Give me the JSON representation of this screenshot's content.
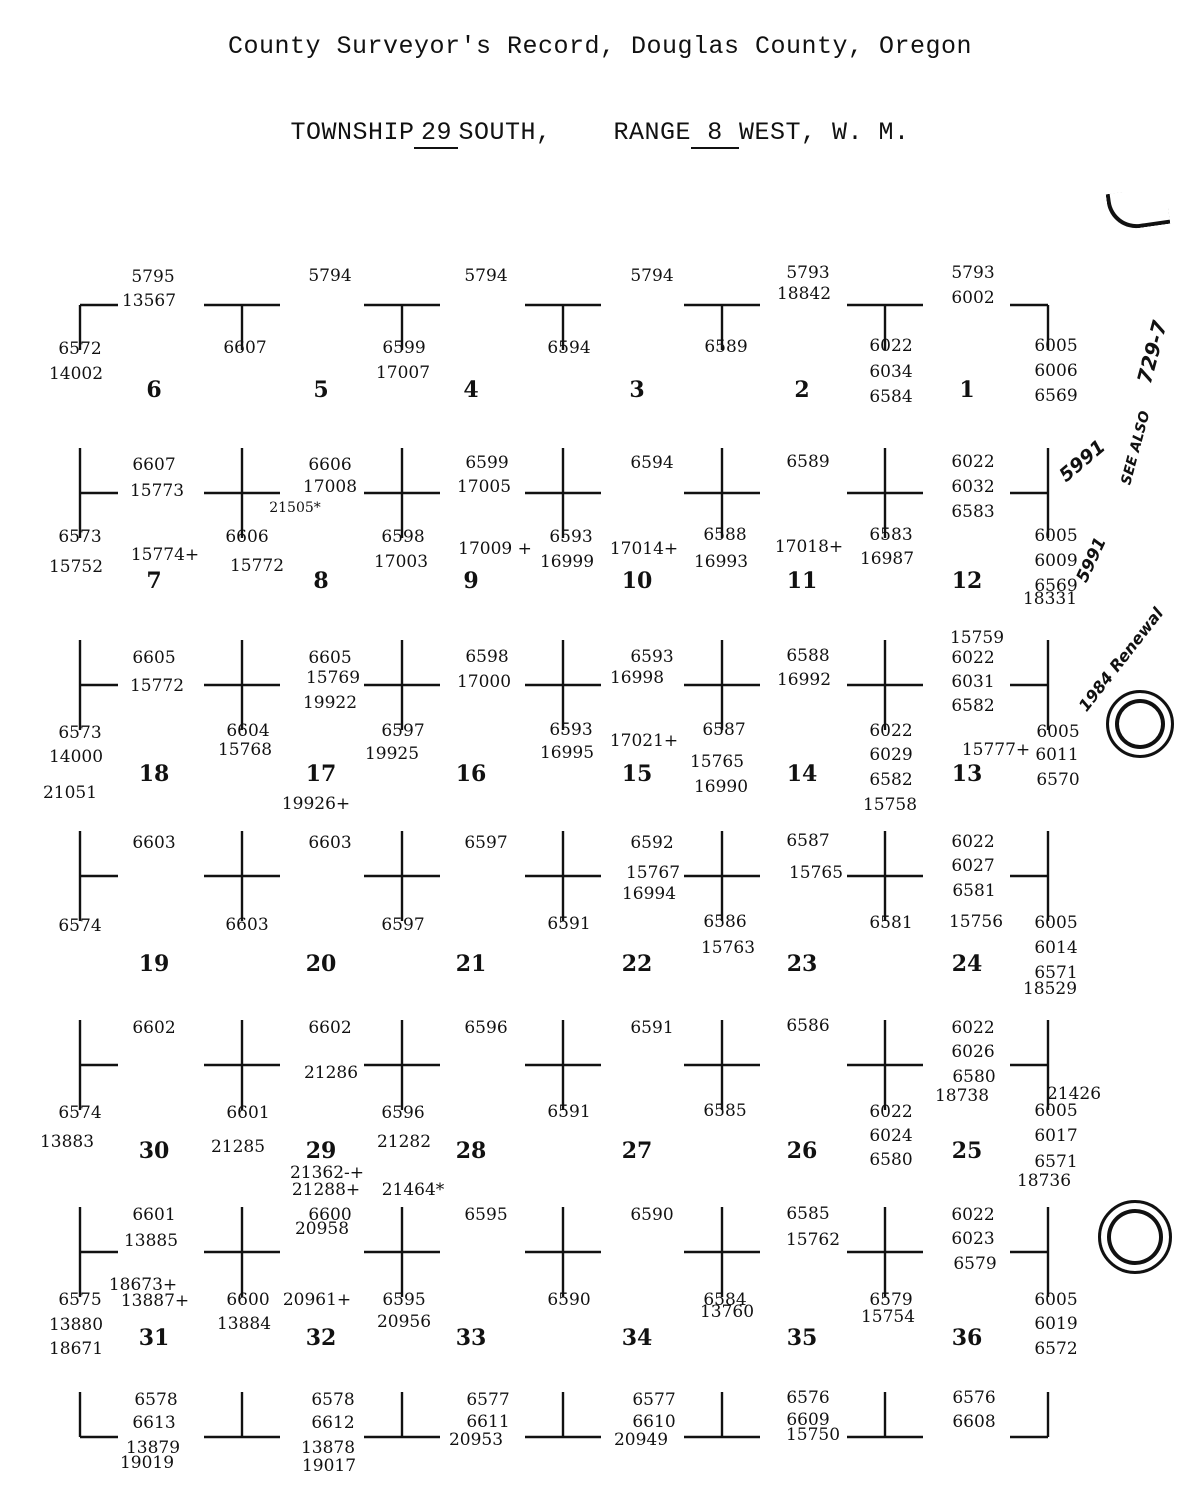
{
  "header": {
    "title": "County Surveyor's Record, Douglas County, Oregon",
    "township_prefix": "TOWNSHIP",
    "township_number": "29",
    "township_direction": "SOUTH,",
    "range_prefix": "RANGE",
    "range_number": "8",
    "range_direction": "WEST, W. M."
  },
  "sections": [
    "6",
    "5",
    "4",
    "3",
    "2",
    "1",
    "7",
    "8",
    "9",
    "10",
    "11",
    "12",
    "18",
    "17",
    "16",
    "15",
    "14",
    "13",
    "19",
    "20",
    "21",
    "22",
    "23",
    "24",
    "30",
    "29",
    "28",
    "27",
    "26",
    "25",
    "31",
    "32",
    "33",
    "34",
    "35",
    "36"
  ],
  "labels": [
    "5795",
    "13567",
    "5794",
    "5794",
    "5794",
    "5793",
    "18842",
    "5793",
    "6002",
    "6572",
    "14002",
    "6607",
    "6599",
    "17007",
    "6594",
    "6589",
    "6022",
    "6034",
    "6584",
    "6005",
    "6006",
    "6569",
    "6607",
    "15773",
    "6606",
    "17008",
    "6599",
    "17005",
    "6594",
    "6589",
    "6022",
    "6032",
    "6583",
    "21505*",
    "6573",
    "15752",
    "15774+",
    "6606",
    "15772",
    "6598",
    "17003",
    "17009 +",
    "6593",
    "16999",
    "17014+",
    "6588",
    "16993",
    "17018+",
    "6583",
    "16987",
    "6005",
    "6009",
    "6569",
    "18331",
    "6605",
    "15772",
    "6605",
    "15769",
    "19922",
    "6598",
    "17000",
    "6593",
    "16998",
    "6588",
    "16992",
    "15759",
    "6022",
    "6031",
    "6582",
    "6573",
    "14000",
    "21051",
    "6604",
    "15768",
    "6597",
    "19925",
    "19926+",
    "6593",
    "16995",
    "17021+",
    "6587",
    "15765",
    "16990",
    "6022",
    "6029",
    "6582",
    "15758",
    "15777+",
    "6005",
    "6011",
    "6570",
    "6603",
    "6603",
    "6597",
    "6592",
    "15767",
    "16994",
    "6587",
    "15765",
    "6022",
    "6027",
    "6581",
    "6574",
    "6603",
    "6597",
    "6591",
    "6586",
    "15763",
    "6581",
    "15756",
    "6005",
    "6014",
    "6571",
    "18529",
    "6602",
    "6602",
    "21286",
    "6596",
    "6591",
    "6586",
    "6022",
    "6026",
    "6580",
    "18738",
    "6574",
    "13883",
    "6601",
    "21285",
    "6596",
    "21282",
    "6591",
    "6585",
    "6022",
    "6024",
    "6580",
    "21426",
    "6005",
    "6017",
    "6571",
    "18736",
    "21362-+",
    "21288+",
    "21464*",
    "6601",
    "13885",
    "6600",
    "20958",
    "6595",
    "6590",
    "6585",
    "15762",
    "6022",
    "6023",
    "6579",
    "18673+",
    "13887+",
    "6575",
    "13880",
    "18671",
    "6600",
    "13884",
    "20961+",
    "6595",
    "20956",
    "6590",
    "6584",
    "13760",
    "6579",
    "15754",
    "6005",
    "6019",
    "6572",
    "6578",
    "6613",
    "13879",
    "19019",
    "6578",
    "6612",
    "13878",
    "19017",
    "6577",
    "6611",
    "20953",
    "6577",
    "6610",
    "20949",
    "6576",
    "6609",
    "15750",
    "6576",
    "6608"
  ],
  "annotations": {
    "side_note": "729-7",
    "see_also": "SEE ALSO",
    "note_5991a": "5991",
    "note_5991b": "5991",
    "renewal": "1984 Renewal"
  }
}
